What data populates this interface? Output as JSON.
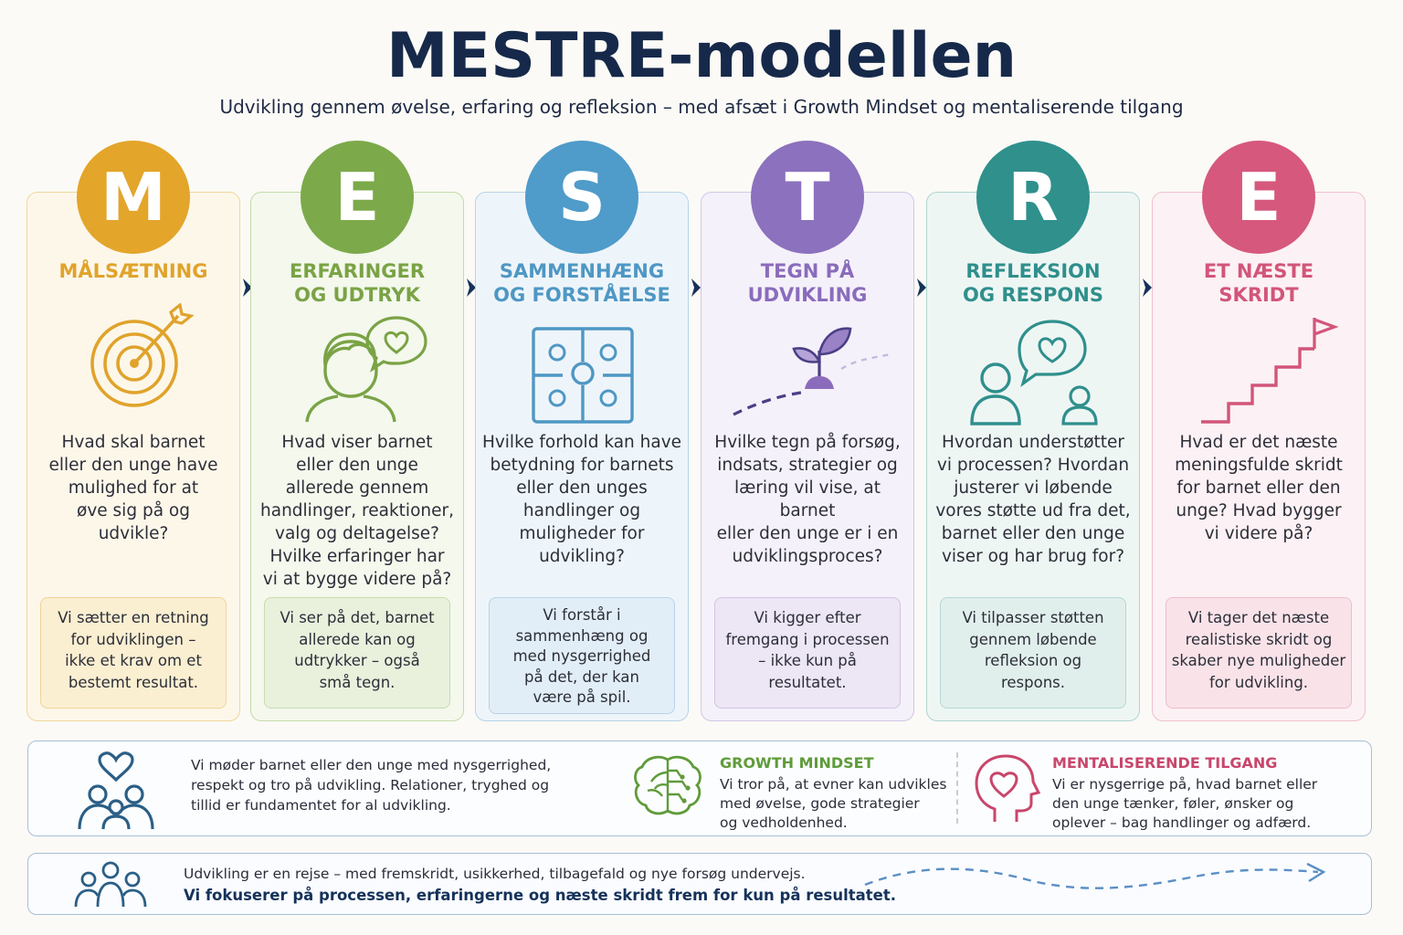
{
  "title": "MESTRE-modellen",
  "subtitle": "Udvikling gennem øvelse, erfaring og refleksion – med afsæt i Growth Mindset og mentaliserende tilgang",
  "steps": [
    {
      "letter": "M",
      "title_line1": "MÅLSÆTNING",
      "title_line2": "",
      "icon": "target-arrow-icon",
      "color": "#e0a32b",
      "question": [
        "Hvad skal barnet",
        "eller den unge have",
        "mulighed for at",
        "øve sig på og",
        "udvikle?"
      ],
      "note": [
        "Vi sætter en retning",
        "for udviklingen –",
        "ikke et krav om et",
        "bestemt resultat."
      ]
    },
    {
      "letter": "E",
      "title_line1": "ERFARINGER",
      "title_line2": "OG UDTRYK",
      "icon": "child-speech-heart-icon",
      "color": "#7aa345",
      "question": [
        "Hvad viser barnet",
        "eller den unge",
        "allerede gennem",
        "handlinger, reaktioner,",
        "valg og deltagelse?",
        "Hvilke erfaringer har",
        "vi at bygge videre på?"
      ],
      "note": [
        "Vi ser på det, barnet",
        "allerede kan og",
        "udtrykker – også",
        "små tegn."
      ]
    },
    {
      "letter": "S",
      "title_line1": "SAMMENHÆNG",
      "title_line2": "OG FORSTÅELSE",
      "icon": "puzzle-icon",
      "color": "#4f97c4",
      "question": [
        "Hvilke forhold kan have",
        "betydning for barnets",
        "eller den unges",
        "handlinger og",
        "muligheder for",
        "udvikling?"
      ],
      "note": [
        "Vi forstår i",
        "sammenhæng og",
        "med nysgerrighed",
        "på det, der kan",
        "være på spil."
      ]
    },
    {
      "letter": "T",
      "title_line1": "TEGN PÅ",
      "title_line2": "UDVIKLING",
      "icon": "sprout-path-icon",
      "color": "#8a6cbc",
      "question": [
        "Hvilke tegn på forsøg,",
        "indsats, strategier og",
        "læring vil vise, at barnet",
        "eller den unge er i en",
        "udviklingsproces?"
      ],
      "note": [
        "Vi kigger efter",
        "fremgang i processen",
        "– ikke kun på",
        "resultatet."
      ]
    },
    {
      "letter": "R",
      "title_line1": "REFLEKSION",
      "title_line2": "OG RESPONS",
      "icon": "people-dialogue-heart-icon",
      "color": "#2f8f8c",
      "question": [
        "Hvordan understøtter",
        "vi processen? Hvordan",
        "justerer vi løbende",
        "vores støtte ud fra det,",
        "barnet eller den unge",
        "viser og har brug for?"
      ],
      "note": [
        "Vi tilpasser støtten",
        "gennem løbende",
        "refleksion og",
        "respons."
      ]
    },
    {
      "letter": "E",
      "title_line1": "ET NÆSTE",
      "title_line2": "SKRIDT",
      "icon": "stairs-flag-icon",
      "color": "#d2557a",
      "question": [
        "Hvad er det næste",
        "meningsfulde skridt",
        "for barnet eller den",
        "unge? Hvad bygger",
        "vi videre på?"
      ],
      "note": [
        "Vi tager det næste",
        "realistiske skridt og",
        "skaber nye muligheder",
        "for udvikling."
      ]
    }
  ],
  "foundation": {
    "relations_icon": "family-heart-icon",
    "relations_text": [
      "Vi møder barnet eller den unge med nysgerrighed,",
      "respekt og tro på udvikling. Relationer, tryghed og",
      "tillid er fundamentet for al udvikling."
    ],
    "growth_icon": "brain-icon",
    "growth_title": "GROWTH MINDSET",
    "growth_color": "#5f9b3a",
    "growth_text": [
      "Vi tror på, at evner kan udvikles",
      "med øvelse, gode strategier",
      "og vedholdenhed."
    ],
    "mental_icon": "head-heart-icon",
    "mental_title": "MENTALISERENDE TILGANG",
    "mental_color": "#c8466c",
    "mental_text": [
      "Vi er nysgerrige på, hvad barnet eller",
      "den unge tænker, føler, ønsker og",
      "oplever – bag handlinger og adfærd."
    ]
  },
  "journey": {
    "icon": "group-icon",
    "line1": "Udvikling er en rejse – med fremskridt, usikkerhed, tilbagefald og nye forsøg undervejs.",
    "line2": "Vi fokuserer på processen, erfaringerne og næste skridt frem for kun på resultatet."
  }
}
